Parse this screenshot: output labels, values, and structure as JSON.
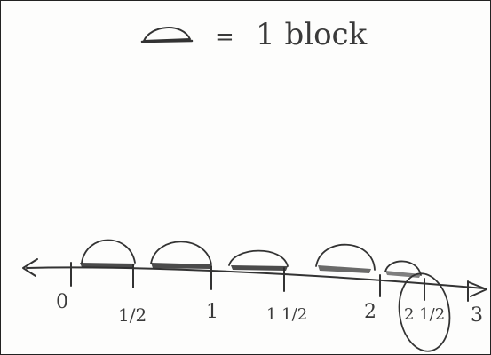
{
  "legend": {
    "equals": "=",
    "text": "1 block"
  },
  "number_line": {
    "tick_labels": [
      "0",
      "1/2",
      "1",
      "1 1/2",
      "2",
      "2 1/2",
      "3"
    ],
    "tick_values": [
      0,
      0.5,
      1,
      1.5,
      2,
      2.5,
      3
    ],
    "blocks_drawn": 5,
    "last_block_fraction": 0.5,
    "circled_label": "2 1/2"
  },
  "colors": {
    "pencil": "#333333",
    "shading": "#2b2b2b",
    "paper": "#fdfdfc"
  }
}
